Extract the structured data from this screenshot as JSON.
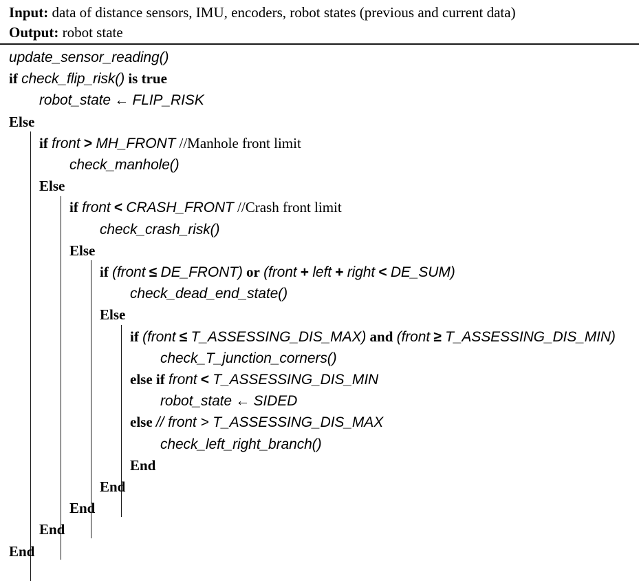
{
  "header": {
    "input_label": "Input:",
    "input_value": " data of distance sensors, IMU, encoders, robot states (previous and current data)",
    "output_label": "Output:",
    "output_value": " robot state"
  },
  "pseudocode": {
    "rows": [
      {
        "n": 0,
        "indent": 0,
        "text": "update_sensor_reading()"
      },
      {
        "n": 1,
        "indent": 0,
        "text": "if check_flip_risk() is true"
      },
      {
        "n": 2,
        "indent": 1,
        "text": "robot_state ← FLIP_RISK"
      },
      {
        "n": 3,
        "indent": 0,
        "text": "Else"
      },
      {
        "n": 4,
        "indent": 1,
        "text": "if front > MH_FRONT //Manhole front limit"
      },
      {
        "n": 5,
        "indent": 2,
        "text": "check_manhole()"
      },
      {
        "n": 6,
        "indent": 1,
        "text": "Else"
      },
      {
        "n": 7,
        "indent": 2,
        "text": "if front < CRASH_FRONT //Crash front limit"
      },
      {
        "n": 8,
        "indent": 3,
        "text": "check_crash_risk()"
      },
      {
        "n": 9,
        "indent": 2,
        "text": "Else"
      },
      {
        "n": 10,
        "indent": 3,
        "text": "if (front ≤ DE_FRONT) or (front + left + right < DE_SUM)"
      },
      {
        "n": 11,
        "indent": 4,
        "text": "check_dead_end_state()"
      },
      {
        "n": 12,
        "indent": 3,
        "text": "Else"
      },
      {
        "n": 13,
        "indent": 4,
        "text": "if (front ≤ T_ASSESSING_DIS_MAX) and (front ≥ T_ASSESSING_DIS_MIN)"
      },
      {
        "n": 14,
        "indent": 5,
        "text": "check_T_junction_corners()"
      },
      {
        "n": 15,
        "indent": 4,
        "text": "else if front < T_ASSESSING_DIS_MIN"
      },
      {
        "n": 16,
        "indent": 5,
        "text": "robot_state ← SIDED"
      },
      {
        "n": 17,
        "indent": 4,
        "text": "else // front > T_ASSESSING_DIS_MAX"
      },
      {
        "n": 18,
        "indent": 5,
        "text": "check_left_right_branch()"
      },
      {
        "n": 19,
        "indent": 4,
        "text": "End"
      },
      {
        "n": 20,
        "indent": 3,
        "text": "End"
      },
      {
        "n": 21,
        "indent": 2,
        "text": "End"
      },
      {
        "n": 22,
        "indent": 1,
        "text": "End"
      },
      {
        "n": 23,
        "indent": 0,
        "text": "End"
      }
    ],
    "keywords": [
      "if",
      "Else",
      "else",
      "else if",
      "is true",
      "or",
      "and",
      "End"
    ],
    "operators": [
      ">",
      "<",
      "≤",
      "≥",
      "+",
      "←"
    ],
    "functions": [
      "update_sensor_reading()",
      "check_flip_risk()",
      "check_manhole()",
      "check_crash_risk()",
      "check_dead_end_state()",
      "check_T_junction_corners()",
      "check_left_right_branch()"
    ],
    "constants": [
      "FLIP_RISK",
      "MH_FRONT",
      "CRASH_FRONT",
      "DE_FRONT",
      "DE_SUM",
      "T_ASSESSING_DIS_MAX",
      "T_ASSESSING_DIS_MIN",
      "SIDED"
    ],
    "variables": [
      "robot_state",
      "front",
      "left",
      "right"
    ],
    "comments": [
      "//Manhole front limit",
      "//Crash front limit",
      "// front > T_ASSESSING_DIS_MAX"
    ]
  },
  "style": {
    "text_color": "#000000",
    "rule_color": "#1a1a1a",
    "background": "#ffffff"
  }
}
